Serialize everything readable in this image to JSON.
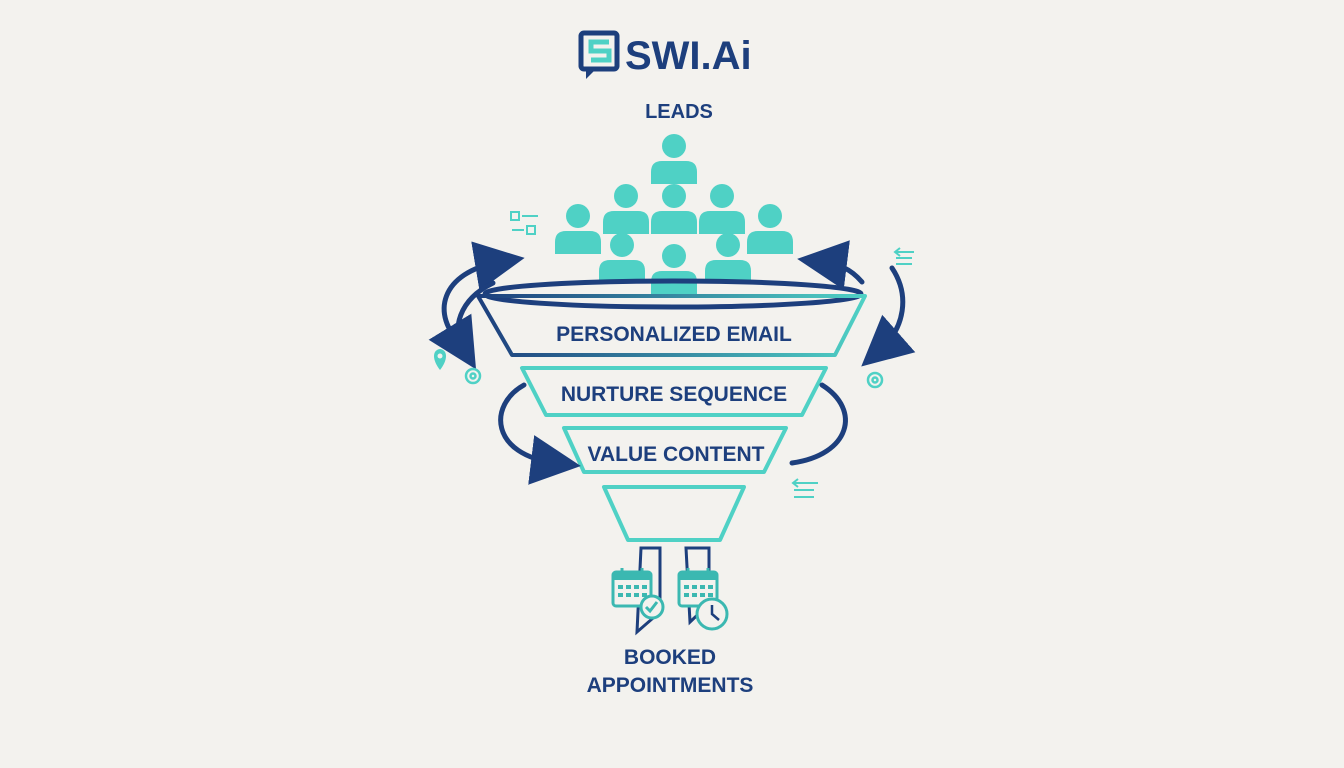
{
  "brand": {
    "name": "SWI.Ai",
    "logo_icon": "swi-logo-icon"
  },
  "funnel": {
    "top_label": "LEADS",
    "stages": [
      {
        "label": "PERSONALIZED EMAIL"
      },
      {
        "label": "NURTURE SEQUENCE"
      },
      {
        "label": "VALUE CONTENT"
      }
    ],
    "bottom_label_line1": "BOOKED",
    "bottom_label_line2": "APPOINTMENTS"
  },
  "colors": {
    "background": "#f3f2ee",
    "navy": "#1d3f7d",
    "teal": "#4fd1c5",
    "teal_dark": "#3bb8b1"
  },
  "icons": [
    "person-icon",
    "refresh-arrow-icon",
    "calendar-icon",
    "clock-icon",
    "location-pin-icon",
    "target-icon",
    "list-icon"
  ]
}
